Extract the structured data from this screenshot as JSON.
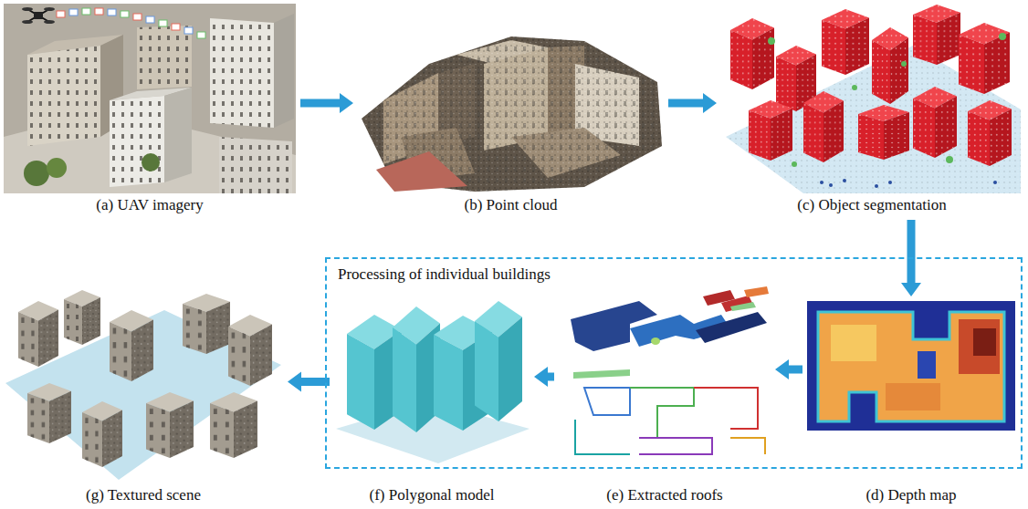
{
  "diagram": {
    "nodes": [
      {
        "text": [
          "(a) UAV imagery"
        ]
      },
      {
        "text": [
          "(b) Point cloud"
        ]
      },
      {
        "text": [
          "(c) Object segmentation"
        ]
      },
      {
        "text": [
          "Processing of individual buildings"
        ]
      },
      {
        "text": [
          "(d) Depth map"
        ],
        "in": 3
      },
      {
        "text": [
          "(e) Extracted roofs"
        ],
        "in": 3
      },
      {
        "text": [
          "(f) Polygonal model"
        ],
        "in": 3
      },
      {
        "text": [
          "(g) Textured scene"
        ]
      }
    ],
    "edges": [
      {
        "from": 0,
        "to": 1,
        "arrow": "to"
      },
      {
        "from": 1,
        "to": 2,
        "arrow": "to"
      },
      {
        "from": 2,
        "to": 4,
        "arrow": "to"
      },
      {
        "from": 4,
        "to": 5,
        "arrow": "to"
      },
      {
        "from": 5,
        "to": 6,
        "arrow": "to"
      },
      {
        "from": 6,
        "to": 7,
        "arrow": "to"
      }
    ]
  }
}
